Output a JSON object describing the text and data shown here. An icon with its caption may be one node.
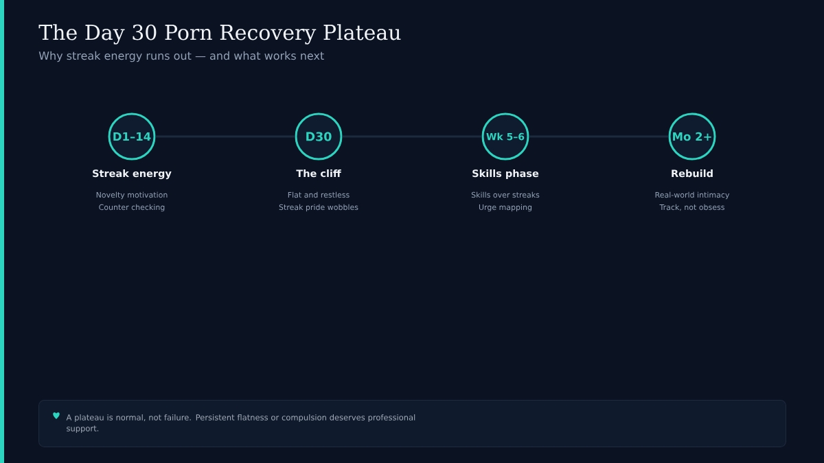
{
  "diagram": {
    "title": "The Day 30 Porn Recovery Plateau",
    "nodes": [
      {
        "text": [
          "D1–14",
          "Streak energy",
          "Novelty motivation",
          "Counter checking"
        ]
      },
      {
        "text": [
          "D30",
          "The cliff",
          "Flat and restless",
          "Streak pride wobbles"
        ]
      },
      {
        "text": [
          "Wk 5–6",
          "Skills phase",
          "Skills over streaks",
          "Urge mapping"
        ]
      },
      {
        "text": [
          "Mo 2+",
          "Rebuild",
          "Real-world intimacy",
          "Track, not obsess"
        ]
      },
      {
        "text": [
          "A plateau is normal, not failure. Persistent flatness or compulsion deserves professional support."
        ]
      }
    ],
    "edges": [
      {
        "from": 0,
        "to": 1,
        "arrow": "none"
      },
      {
        "from": 1,
        "to": 2,
        "arrow": "none"
      },
      {
        "from": 2,
        "to": 3,
        "arrow": "none"
      }
    ],
    "labels": [
      "Why streak energy runs out — and what works next"
    ]
  }
}
